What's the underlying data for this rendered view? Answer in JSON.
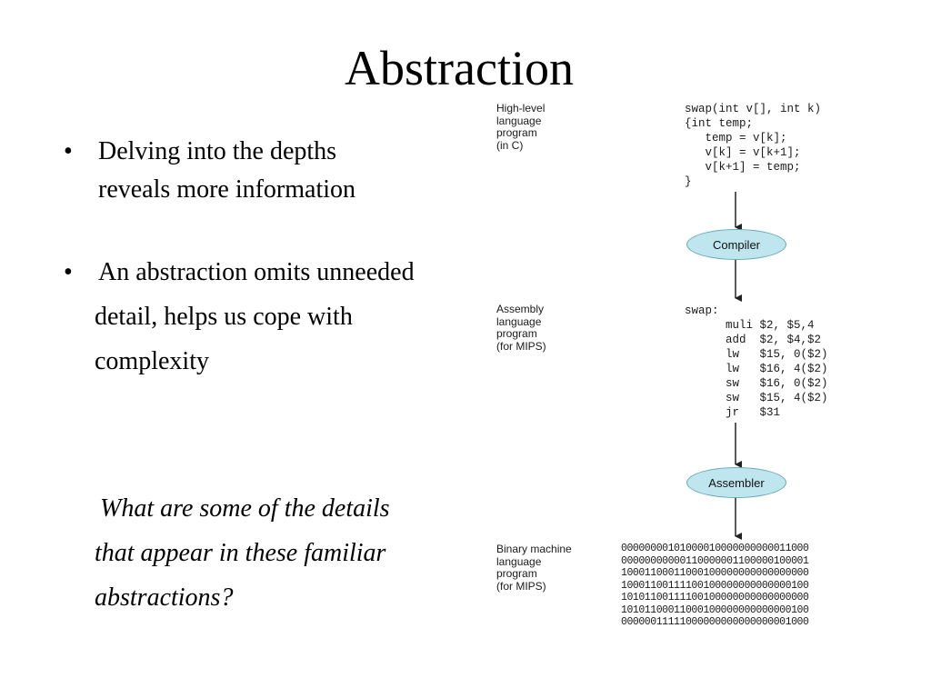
{
  "slide": {
    "title": "Abstraction",
    "bullet_symbol": "•",
    "bullets": [
      {
        "lines": [
          "Delving into the depths",
          "reveals more information"
        ]
      },
      {
        "lines": [
          "An abstraction omits unneeded",
          "detail, helps us cope with",
          "complexity"
        ]
      }
    ],
    "question": [
      "What are some of the details",
      "that  appear in these familiar",
      "abstractions?"
    ]
  },
  "figure": {
    "levels": [
      {
        "label": "High-level\nlanguage\nprogram\n(in C)",
        "code": "swap(int v[], int k)\n{int temp;\n   temp = v[k];\n   v[k] = v[k+1];\n   v[k+1] = temp;\n}"
      },
      {
        "label": "Assembly\nlanguage\nprogram\n(for MIPS)",
        "code": "swap:\n      muli $2, $5,4\n      add  $2, $4,$2\n      lw   $15, 0($2)\n      lw   $16, 4($2)\n      sw   $16, 0($2)\n      sw   $15, 4($2)\n      jr   $31"
      },
      {
        "label": "Binary machine\nlanguage\nprogram\n(for MIPS)",
        "code": "00000000101000010000000000011000\n00000000000110000001100000100001\n10001100011000100000000000000000\n10001100111100100000000000000100\n10101100111100100000000000000000\n10101100011000100000000000000100\n00000011111000000000000000001000"
      }
    ],
    "translators": [
      "Compiler",
      "Assembler"
    ]
  }
}
